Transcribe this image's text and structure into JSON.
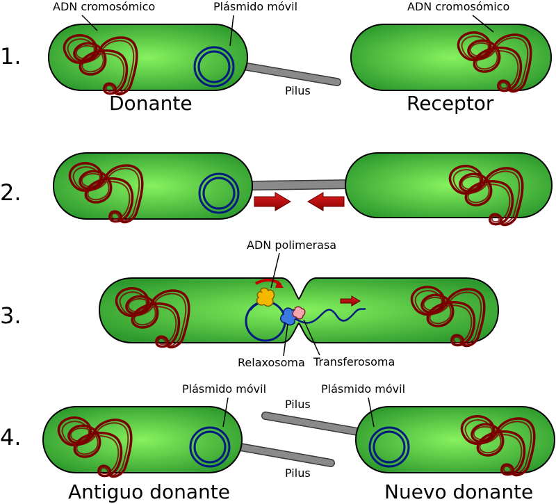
{
  "steps": [
    "1.",
    "2.",
    "3.",
    "4."
  ],
  "labels": {
    "adn_cromosomico": "ADN cromosómico",
    "plasmido_movil": "Plásmido móvil",
    "pilus": "Pilus",
    "donante": "Donante",
    "receptor": "Receptor",
    "adn_polimerasa": "ADN polimerasa",
    "relaxosoma": "Relaxosoma",
    "transferosoma": "Transferosoma",
    "antiguo_donante": "Antiguo donante",
    "nuevo_donante": "Nuevo donante"
  },
  "colors": {
    "cell_fill_center": "#7fe95a",
    "cell_fill_edge": "#2e9a2e",
    "dna": "#7a0000",
    "plasmid": "#001a80",
    "pilus": "#808080",
    "arrow": "#c00000",
    "polymerase": "#f5b800",
    "relaxosome": "#3a7ae0",
    "transferosome": "#f4a6b0"
  }
}
